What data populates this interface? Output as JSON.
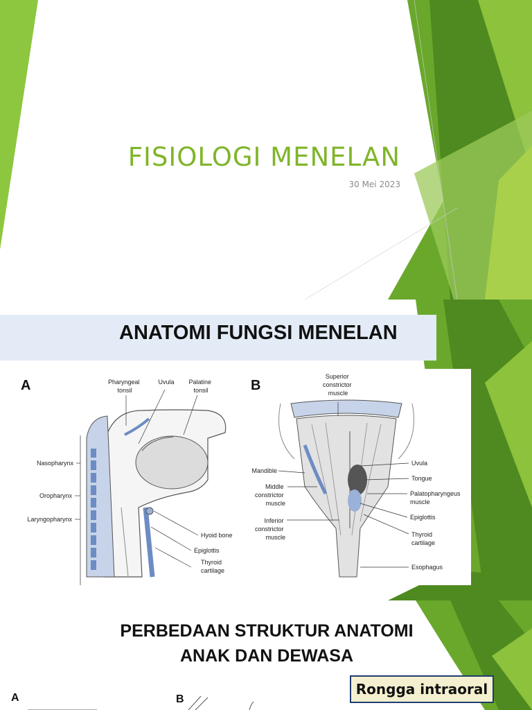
{
  "slide1": {
    "title": "FISIOLOGI MENELAN",
    "date": "30 Mei 2023"
  },
  "slide2": {
    "title": "ANATOMI FUNGSI MENELAN",
    "figure_a": {
      "letter": "A",
      "labels": {
        "pharyngeal": [
          "Pharyngeal",
          "tonsil"
        ],
        "uvula": "Uvula",
        "palatine": [
          "Palatine",
          "tonsil"
        ],
        "nasopharynx": "Nasopharynx",
        "oropharynx": "Oropharynx",
        "laryngopharynx": "Laryngopharynx",
        "hyoid": "Hyoid bone",
        "epiglottis": "Epiglottis",
        "thyroid": [
          "Thyroid",
          "cartilage"
        ]
      }
    },
    "figure_b": {
      "letter": "B",
      "labels": {
        "superior": [
          "Superior",
          "constrictor",
          "muscle"
        ],
        "mandible": "Mandible",
        "middle": [
          "Middle",
          "constrictor",
          "muscle"
        ],
        "inferior": [
          "Inferior",
          "constrictor",
          "muscle"
        ],
        "uvula": "Uvula",
        "tongue": "Tongue",
        "palatopharyngeus": [
          "Palatopharyngeus",
          "muscle"
        ],
        "epiglottis": "Epiglottis",
        "thyroid": [
          "Thyroid",
          "cartilage"
        ],
        "esophagus": "Esophagus"
      }
    }
  },
  "slide3": {
    "title_line1": "PERBEDAAN STRUKTUR ANATOMI",
    "title_line2": "ANAK DAN DEWASA",
    "callout": "Rongga intraoral",
    "subfig_a": "A",
    "subfig_b": "B"
  },
  "colors": {
    "accent_green": "#7fb52a",
    "dark_green": "#4e8a1f",
    "band_blue": "#e3ebf6",
    "callout_bg": "#f4f0cf",
    "callout_border": "#1f3b70"
  }
}
